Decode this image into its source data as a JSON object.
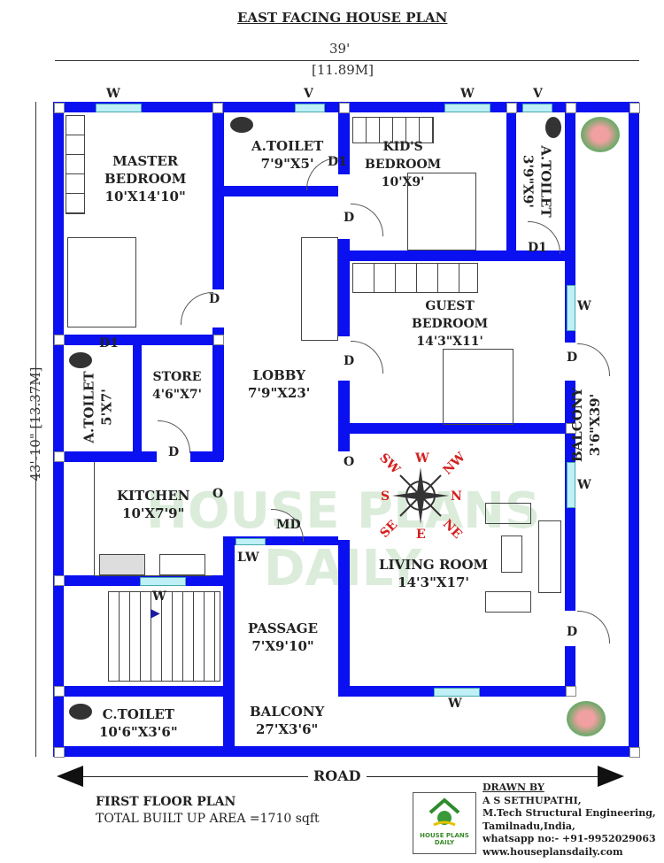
{
  "title": "EAST FACING HOUSE PLAN",
  "dims": {
    "width_ft": "39'",
    "width_m": "[11.89M]",
    "height_ft": "43'-10\"",
    "height_m": "[13.37M]"
  },
  "rooms": {
    "master": {
      "name": "MASTER",
      "name2": "BEDROOM",
      "size": "10'X14'10\""
    },
    "atoilet_top": {
      "name": "A.TOILET",
      "size": "7'9\"X5'"
    },
    "kids": {
      "name": "KID'S",
      "name2": "BEDROOM",
      "size": "10'X9'"
    },
    "atoilet_right": {
      "name": "A.TOILET",
      "size": "3'9\"X9'"
    },
    "guest": {
      "name": "GUEST",
      "name2": "BEDROOM",
      "size": "14'3\"X11'"
    },
    "lobby": {
      "name": "LOBBY",
      "size": "7'9\"X23'"
    },
    "store": {
      "name": "STORE",
      "size": "4'6\"X7'"
    },
    "atoilet_left": {
      "name": "A.TOILET",
      "size": "5'X7'"
    },
    "kitchen": {
      "name": "KITCHEN",
      "size": "10'X7'9\""
    },
    "living": {
      "name": "LIVING ROOM",
      "size": "14'3\"X17'"
    },
    "passage": {
      "name": "PASSAGE",
      "size": "7'X9'10\""
    },
    "balcony_right": {
      "name": "BALCONY",
      "size": "3'6\"X39'"
    },
    "balcony_bottom": {
      "name": "BALCONY",
      "size": "27'X3'6\""
    },
    "ctoilet": {
      "name": "C.TOILET",
      "size": "10'6\"X3'6\""
    }
  },
  "marks": {
    "W": "W",
    "V": "V",
    "D": "D",
    "D1": "D1",
    "O": "O",
    "MD": "MD",
    "LW": "LW"
  },
  "compass": {
    "W": "W",
    "NW": "NW",
    "N": "N",
    "NE": "NE",
    "E": "E",
    "SE": "SE",
    "S": "S",
    "SW": "SW"
  },
  "road": "ROAD",
  "floor": {
    "name": "FIRST FLOOR PLAN",
    "area": "TOTAL BUILT UP AREA =1710 sqft"
  },
  "watermark": {
    "l1": "HOUSE PLANS",
    "l2": "DAILY"
  },
  "logo": {
    "l1": "HOUSE PLANS",
    "l2": "DAILY"
  },
  "credits": {
    "heading": "DRAWN BY",
    "name": "A S SETHUPATHI,",
    "qual": "M.Tech Structural Engineering,",
    "place": "Tamilnadu,India,",
    "phone": "whatsapp no:- +91-9952029063",
    "web": "www.houseplansdaily.com"
  },
  "colors": {
    "wall": "#0a10f0",
    "window": "#bfeff7",
    "compass": "#d42020"
  }
}
